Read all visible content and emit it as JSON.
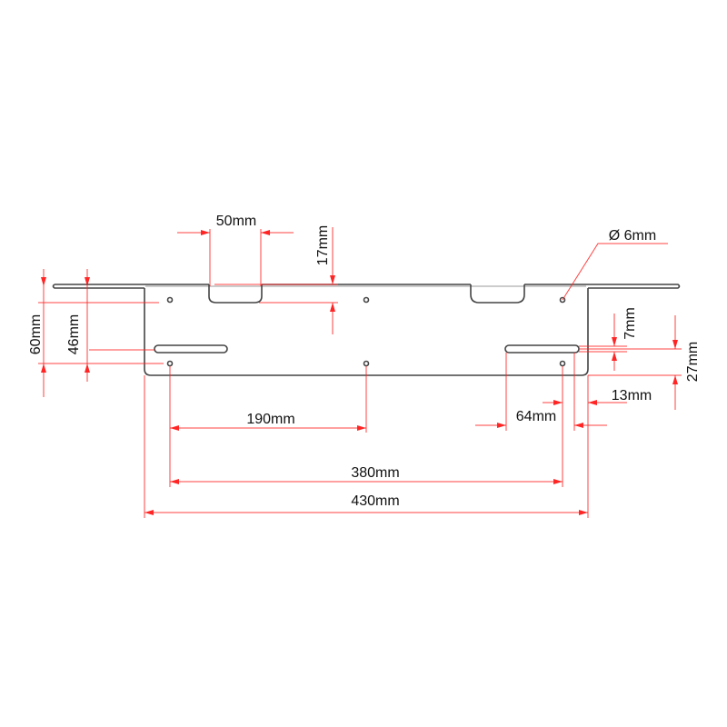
{
  "drawing": {
    "accent_color": "#ff2222",
    "labels": {
      "notch_width": "50mm",
      "notch_depth": "17mm",
      "hole_diameter": "Ø 6mm",
      "total_height": "60mm",
      "slot_height_pos": "46mm",
      "slot_width": "7mm",
      "slot_from_bottom": "27mm",
      "hole_from_edge": "13mm",
      "slot_length": "64mm",
      "half_hole_spacing": "190mm",
      "hole_spacing": "380mm",
      "total_width": "430mm"
    }
  }
}
